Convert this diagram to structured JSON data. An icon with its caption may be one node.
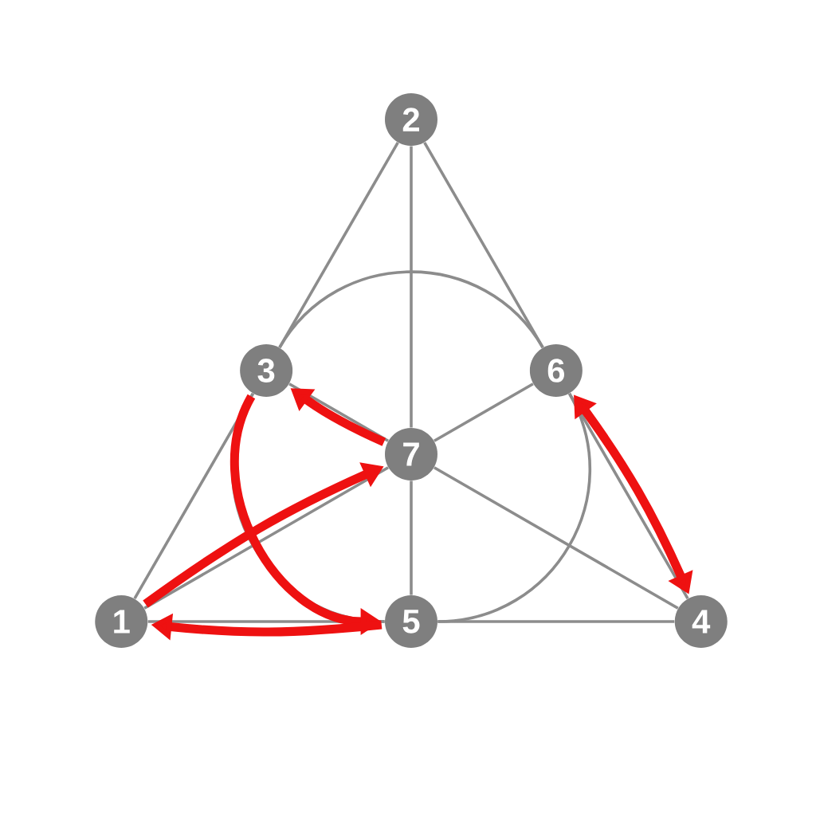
{
  "diagram": {
    "nodes": [
      {
        "text": [
          "2"
        ]
      },
      {
        "text": [
          "3"
        ]
      },
      {
        "text": [
          "6"
        ]
      },
      {
        "text": [
          "7"
        ]
      },
      {
        "text": [
          "1"
        ]
      },
      {
        "text": [
          "5"
        ]
      },
      {
        "text": [
          "4"
        ]
      }
    ],
    "edges": [
      {
        "from": 4,
        "to": 1,
        "arrow": "none"
      },
      {
        "from": 1,
        "to": 0,
        "arrow": "none"
      },
      {
        "from": 0,
        "to": 2,
        "arrow": "none"
      },
      {
        "from": 2,
        "to": 6,
        "arrow": "none"
      },
      {
        "from": 4,
        "to": 5,
        "arrow": "none"
      },
      {
        "from": 5,
        "to": 6,
        "arrow": "none"
      },
      {
        "from": 0,
        "to": 3,
        "arrow": "none"
      },
      {
        "from": 3,
        "to": 5,
        "arrow": "none"
      },
      {
        "from": 4,
        "to": 3,
        "arrow": "none"
      },
      {
        "from": 3,
        "to": 2,
        "arrow": "none"
      },
      {
        "from": 6,
        "to": 3,
        "arrow": "none"
      },
      {
        "from": 3,
        "to": 1,
        "arrow": "none"
      },
      {
        "from": 1,
        "to": 2,
        "arrow": "none"
      },
      {
        "from": 2,
        "to": 5,
        "arrow": "none"
      },
      {
        "from": 5,
        "to": 1,
        "arrow": "none"
      },
      {
        "from": 3,
        "to": 1,
        "arrow": "to",
        "style": "thick",
        "color": "#ee1111"
      },
      {
        "from": 4,
        "to": 3,
        "arrow": "to",
        "style": "thick",
        "color": "#ee1111"
      },
      {
        "from": 1,
        "to": 5,
        "arrow": "to",
        "style": "thick",
        "color": "#ee1111"
      },
      {
        "from": 5,
        "to": 4,
        "arrow": "to",
        "style": "thick",
        "color": "#ee1111"
      },
      {
        "from": 2,
        "to": 6,
        "arrow": "both",
        "style": "thick",
        "color": "#ee1111"
      }
    ]
  }
}
